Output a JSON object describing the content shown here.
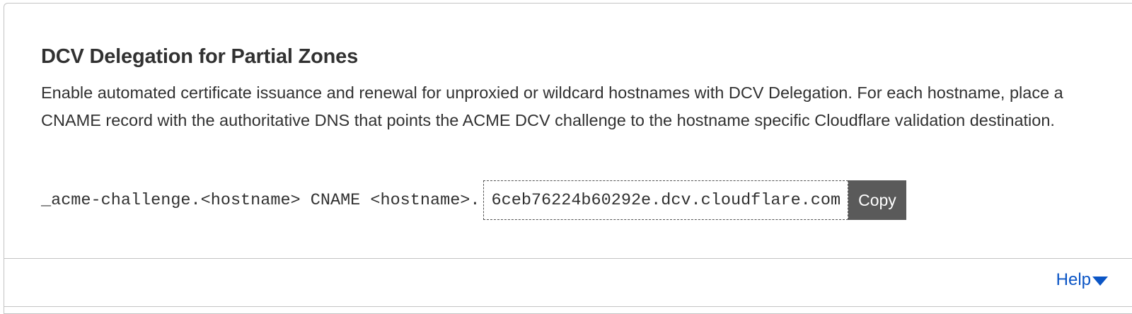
{
  "section": {
    "title": "DCV Delegation for Partial Zones",
    "description": "Enable automated certificate issuance and renewal for unproxied or wildcard hostnames with DCV Delegation. For each hostname, place a CNAME record with the authoritative DNS that points the ACME DCV challenge to the hostname specific Cloudflare validation destination."
  },
  "record": {
    "prefix": "_acme-challenge.<hostname> CNAME <hostname>.",
    "value": "6ceb76224b60292e.dcv.cloudflare.com",
    "copy_label": "Copy"
  },
  "footer": {
    "help_label": "Help"
  },
  "colors": {
    "link": "#0b55c5",
    "copy_button_bg": "#5a5a5a",
    "text": "#313131",
    "border": "#c4c4c4"
  },
  "icons": {
    "help_toggle": "caret-down-icon"
  }
}
